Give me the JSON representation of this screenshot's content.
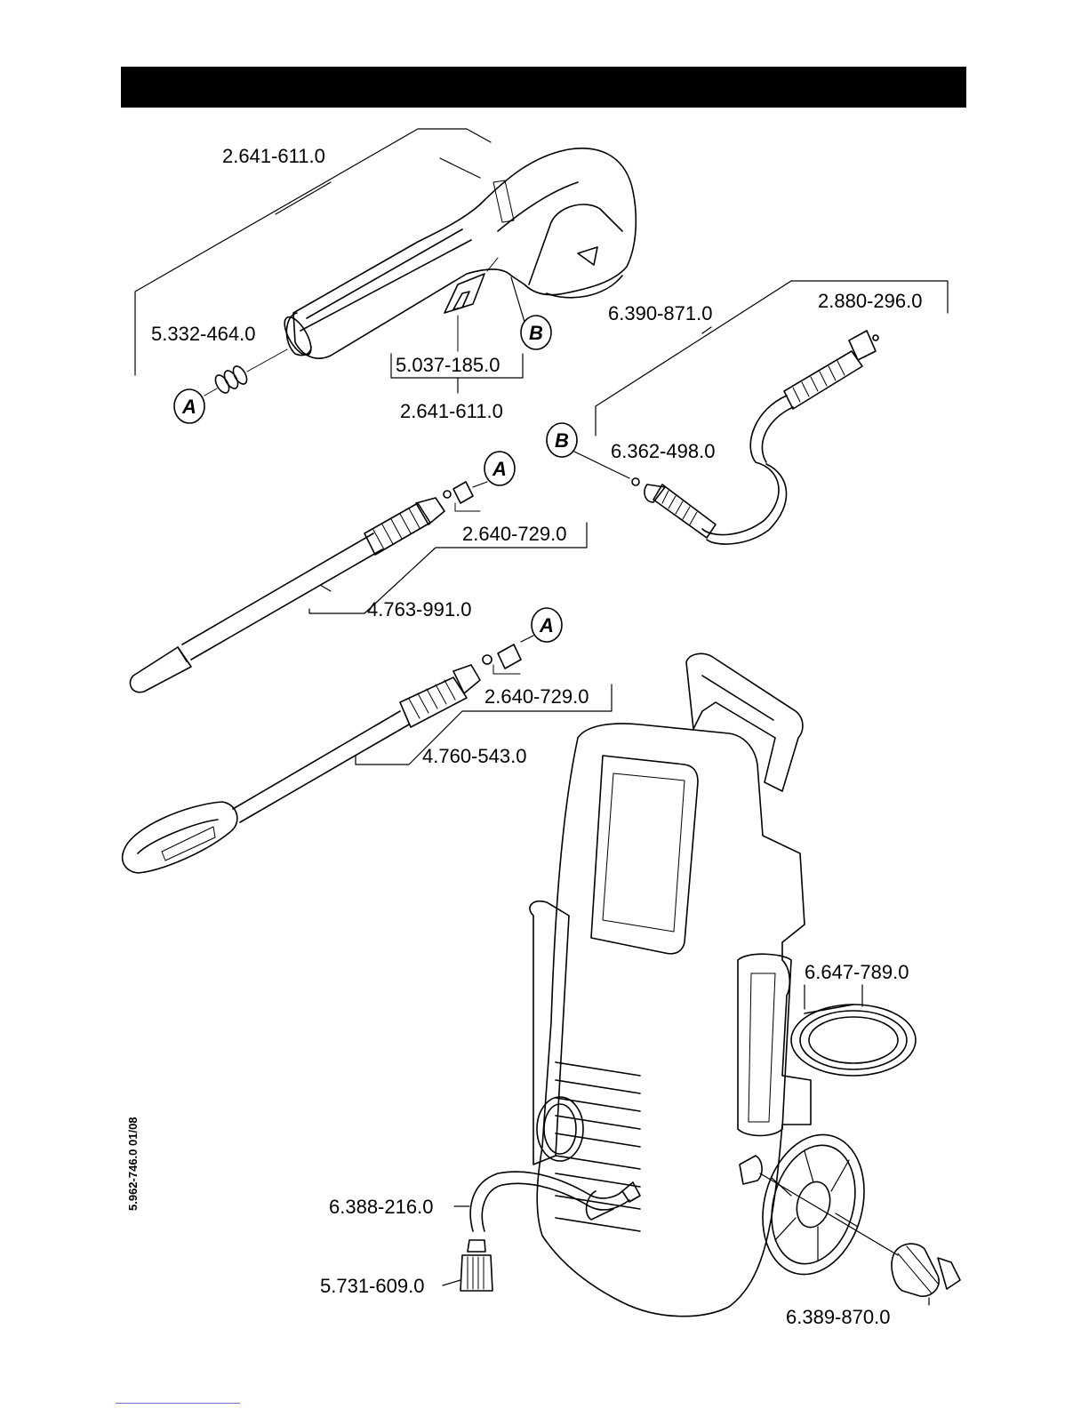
{
  "header": {
    "title": ""
  },
  "document_code": "5.962-746.0  01/08",
  "callout_markers": [
    "A",
    "B"
  ],
  "parts": [
    {
      "id": "gun",
      "number": "2.641-611.0"
    },
    {
      "id": "gun-seals",
      "number": "5.332-464.0"
    },
    {
      "id": "gun-clip",
      "number": "5.037-185.0"
    },
    {
      "id": "gun-kit",
      "number": "2.641-611.0"
    },
    {
      "id": "hose",
      "number": "6.390-871.0"
    },
    {
      "id": "hose-oring",
      "number": "2.880-296.0"
    },
    {
      "id": "hose-coupling",
      "number": "6.362-498.0"
    },
    {
      "id": "lance1-nozzle",
      "number": "2.640-729.0"
    },
    {
      "id": "lance1",
      "number": "4.763-991.0"
    },
    {
      "id": "lance2-nozzle",
      "number": "2.640-729.0"
    },
    {
      "id": "lance2",
      "number": "4.760-543.0"
    },
    {
      "id": "cable",
      "number": "6.647-789.0"
    },
    {
      "id": "suction-hose",
      "number": "6.388-216.0"
    },
    {
      "id": "filter",
      "number": "5.731-609.0"
    },
    {
      "id": "coupling",
      "number": "6.389-870.0"
    }
  ]
}
